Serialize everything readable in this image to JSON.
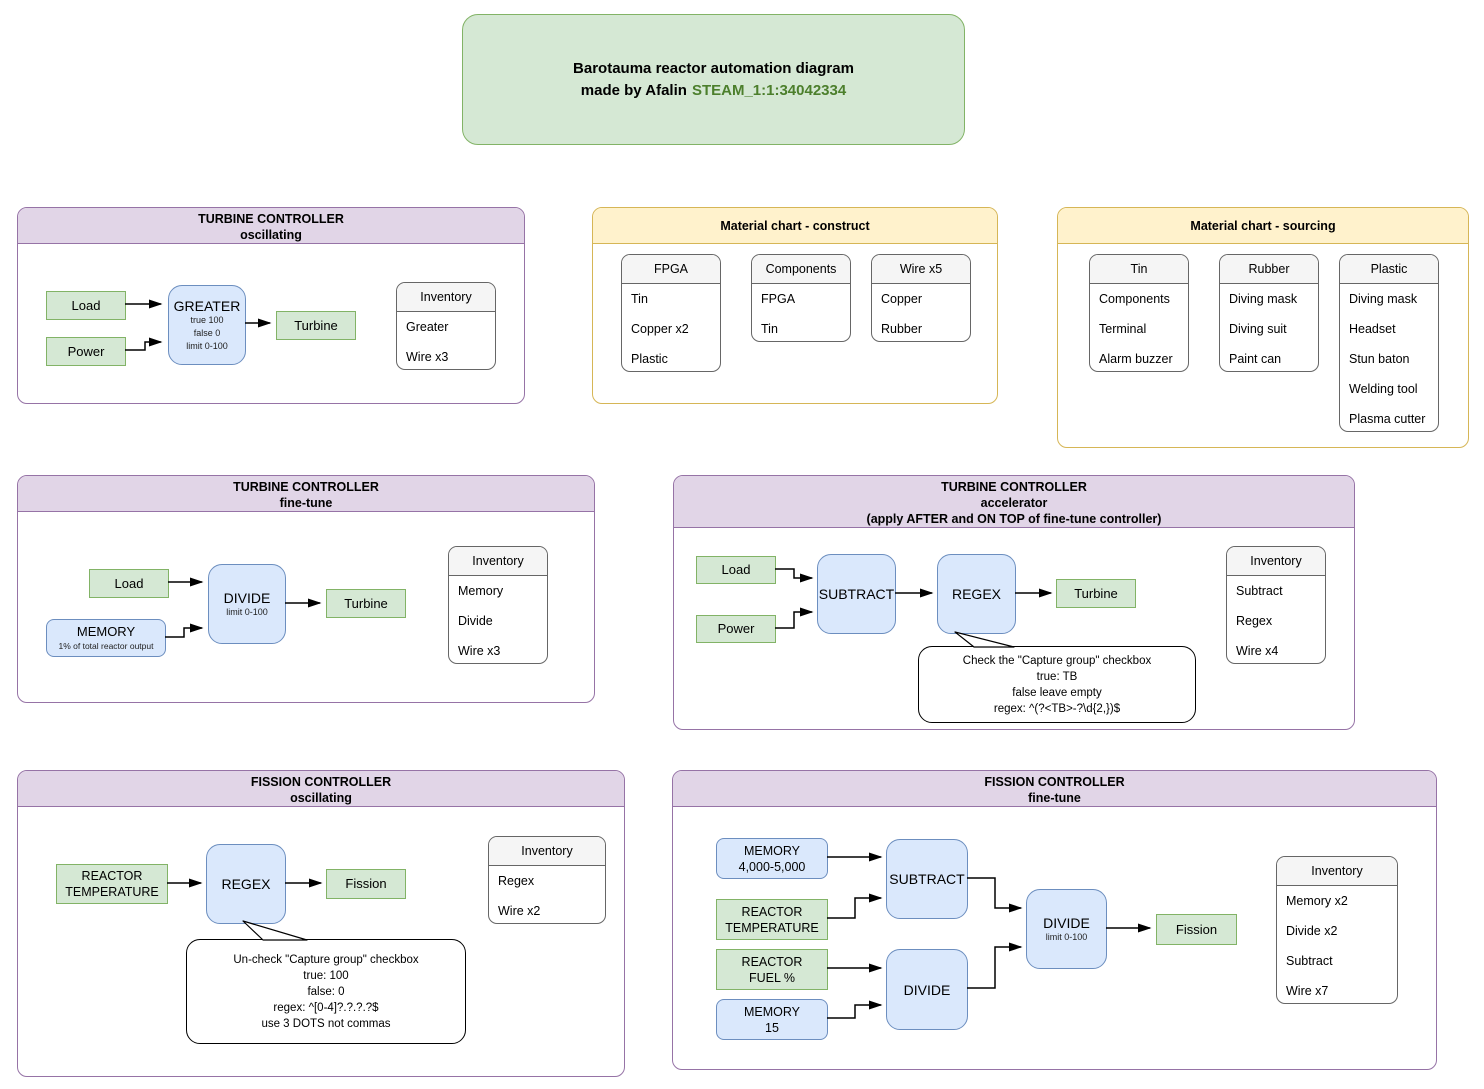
{
  "title_box": {
    "line1": "Barotauma reactor automation diagram",
    "line2_prefix": "made by Afalin",
    "steam_id": "STEAM_1:1:34042334"
  },
  "turbine_osc": {
    "title": "TURBINE CONTROLLER",
    "subtitle": "oscillating",
    "nodes": {
      "load": "Load",
      "power": "Power",
      "greater": "GREATER",
      "greater_sub": [
        "true 100",
        "false 0",
        "limit 0-100"
      ],
      "turbine": "Turbine"
    },
    "inventory": {
      "header": "Inventory",
      "items": [
        "Greater",
        "Wire x3"
      ]
    }
  },
  "material_construct": {
    "title": "Material chart - construct",
    "cards": [
      {
        "header": "FPGA",
        "items": [
          "Tin",
          "Copper x2",
          "Plastic"
        ]
      },
      {
        "header": "Components",
        "items": [
          "FPGA",
          "Tin"
        ]
      },
      {
        "header": "Wire x5",
        "items": [
          "Copper",
          "Rubber"
        ]
      }
    ]
  },
  "material_sourcing": {
    "title": "Material chart - sourcing",
    "cards": [
      {
        "header": "Tin",
        "items": [
          "Components",
          "Terminal",
          "Alarm buzzer"
        ]
      },
      {
        "header": "Rubber",
        "items": [
          "Diving mask",
          "Diving suit",
          "Paint can"
        ]
      },
      {
        "header": "Plastic",
        "items": [
          "Diving mask",
          "Headset",
          "Stun baton",
          "Welding tool",
          "Plasma cutter"
        ]
      }
    ]
  },
  "turbine_fine": {
    "title": "TURBINE CONTROLLER",
    "subtitle": "fine-tune",
    "nodes": {
      "load": "Load",
      "memory": "MEMORY",
      "memory_sub": "1% of total reactor output",
      "divide": "DIVIDE",
      "divide_sub": "limit 0-100",
      "turbine": "Turbine"
    },
    "inventory": {
      "header": "Inventory",
      "items": [
        "Memory",
        "Divide",
        "Wire x3"
      ]
    }
  },
  "turbine_accel": {
    "title": "TURBINE CONTROLLER",
    "subtitle": "accelerator",
    "note": "(apply AFTER and ON TOP of fine-tune controller)",
    "nodes": {
      "load": "Load",
      "power": "Power",
      "subtract": "SUBTRACT",
      "regex": "REGEX",
      "turbine": "Turbine"
    },
    "inventory": {
      "header": "Inventory",
      "items": [
        "Subtract",
        "Regex",
        "Wire x4"
      ]
    },
    "bubble": [
      "Check the \"Capture group\" checkbox",
      "true: TB",
      "false leave empty",
      "regex: ^(?<TB>-?\\d{2,})$"
    ]
  },
  "fission_osc": {
    "title": "FISSION CONTROLLER",
    "subtitle": "oscillating",
    "nodes": {
      "reactor_temp": [
        "REACTOR",
        "TEMPERATURE"
      ],
      "regex": "REGEX",
      "fission": "Fission"
    },
    "inventory": {
      "header": "Inventory",
      "items": [
        "Regex",
        "Wire x2"
      ]
    },
    "bubble": [
      "Un-check \"Capture group\" checkbox",
      "true: 100",
      "false: 0",
      "regex: ^[0-4]?.?.?.?$",
      "use 3 DOTS not commas"
    ]
  },
  "fission_fine": {
    "title": "FISSION CONTROLLER",
    "subtitle": "fine-tune",
    "nodes": {
      "memory1": [
        "MEMORY",
        "4,000-5,000"
      ],
      "reactor_temp": [
        "REACTOR",
        "TEMPERATURE"
      ],
      "reactor_fuel": [
        "REACTOR",
        "FUEL %"
      ],
      "memory2": [
        "MEMORY",
        "15"
      ],
      "subtract": "SUBTRACT",
      "divide1": "DIVIDE",
      "divide2": "DIVIDE",
      "divide2_sub": "limit 0-100",
      "fission": "Fission"
    },
    "inventory": {
      "header": "Inventory",
      "items": [
        "Memory x2",
        "Divide x2",
        "Subtract",
        "Wire x7"
      ]
    }
  },
  "colors": {
    "green_fill": "#d5e8d4",
    "green_stroke": "#82b366",
    "blue_fill": "#dae8fc",
    "blue_stroke": "#6c8ebf",
    "purple_fill": "#e1d5e7",
    "purple_stroke": "#9673a6",
    "yellow_fill": "#fff2cc",
    "yellow_stroke": "#d6b656",
    "steam_text": "#4c7f2c"
  }
}
